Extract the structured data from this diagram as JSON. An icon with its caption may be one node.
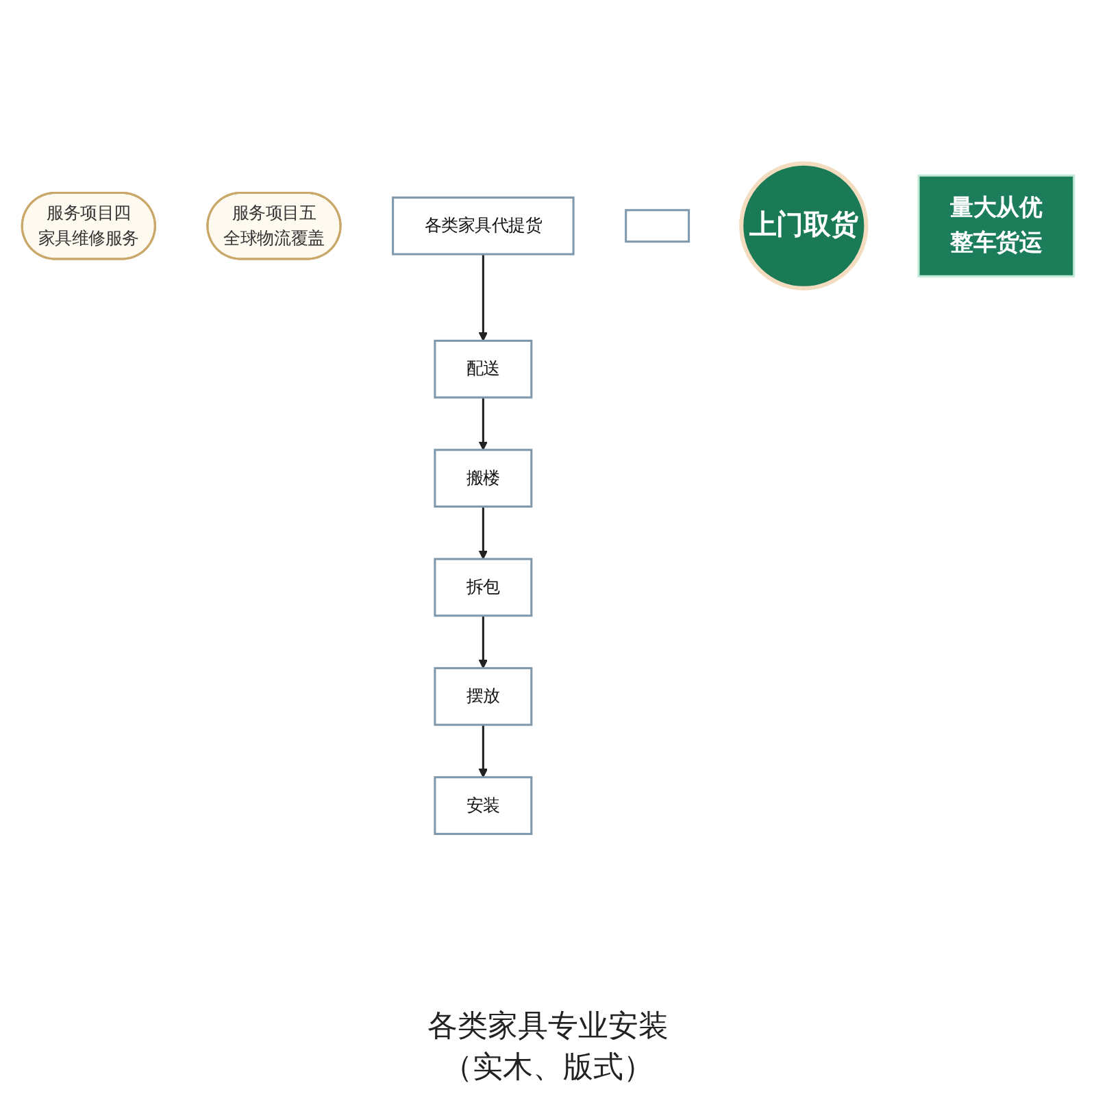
{
  "diagram": {
    "nodes": [
      {
        "text": [
          "服务项目四",
          "家具维修服务"
        ]
      },
      {
        "text": [
          "服务项目五",
          "全球物流覆盖"
        ]
      },
      {
        "text": [
          "各类家具代提货"
        ]
      },
      {
        "text": [
          "配送"
        ]
      },
      {
        "text": [
          "搬楼"
        ]
      },
      {
        "text": [
          "拆包"
        ]
      },
      {
        "text": [
          "摆放"
        ]
      },
      {
        "text": [
          "安装"
        ]
      },
      {
        "text": [],
        "shape": "box"
      },
      {
        "text": [
          "上门取货"
        ]
      },
      {
        "text": [
          "量大从优",
          "整车货运"
        ]
      }
    ],
    "edges": [
      {
        "from": 2,
        "to": 3,
        "arrow": "to"
      },
      {
        "from": 3,
        "to": 4,
        "arrow": "to"
      },
      {
        "from": 4,
        "to": 5,
        "arrow": "to"
      },
      {
        "from": 5,
        "to": 6,
        "arrow": "to"
      },
      {
        "from": 6,
        "to": 7,
        "arrow": "to"
      }
    ],
    "labels": [
      "各类家具专业安装",
      "（实木、版式）"
    ]
  }
}
